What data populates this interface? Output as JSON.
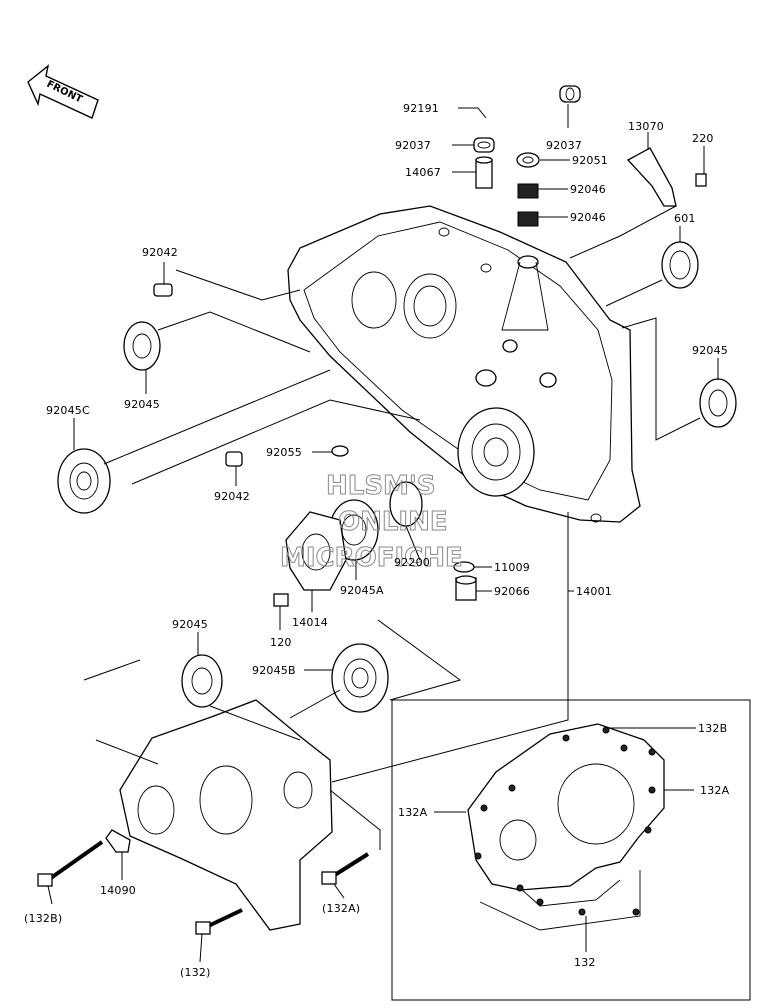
{
  "watermark": {
    "line1": "HLSM'S",
    "line2": "ONLINE",
    "line3": "MICROFICHE"
  },
  "front_arrow": {
    "label": "FRONT"
  },
  "labels": {
    "p92191": "92191",
    "p92037a": "92037",
    "p92037b": "92037",
    "p14067": "14067",
    "p92051": "92051",
    "p92046a": "92046",
    "p92046b": "92046",
    "p13070": "13070",
    "p220": "220",
    "p601": "601",
    "p92042a": "92042",
    "p92045a": "92045",
    "p92045b": "92045",
    "p92045c": "92045",
    "p92045C": "92045C",
    "p92055": "92055",
    "p92042b": "92042",
    "p92200": "92200",
    "p11009": "11009",
    "p92066": "92066",
    "p14001": "14001",
    "p92045A": "92045A",
    "p14014": "14014",
    "p120": "120",
    "p92045B": "92045B",
    "p14090": "14090",
    "p132B_paren": "(132B)",
    "p132A_paren": "(132A)",
    "p132_paren": "(132)",
    "p132B": "132B",
    "p132A_left": "132A",
    "p132A_right": "132A",
    "p132": "132"
  }
}
